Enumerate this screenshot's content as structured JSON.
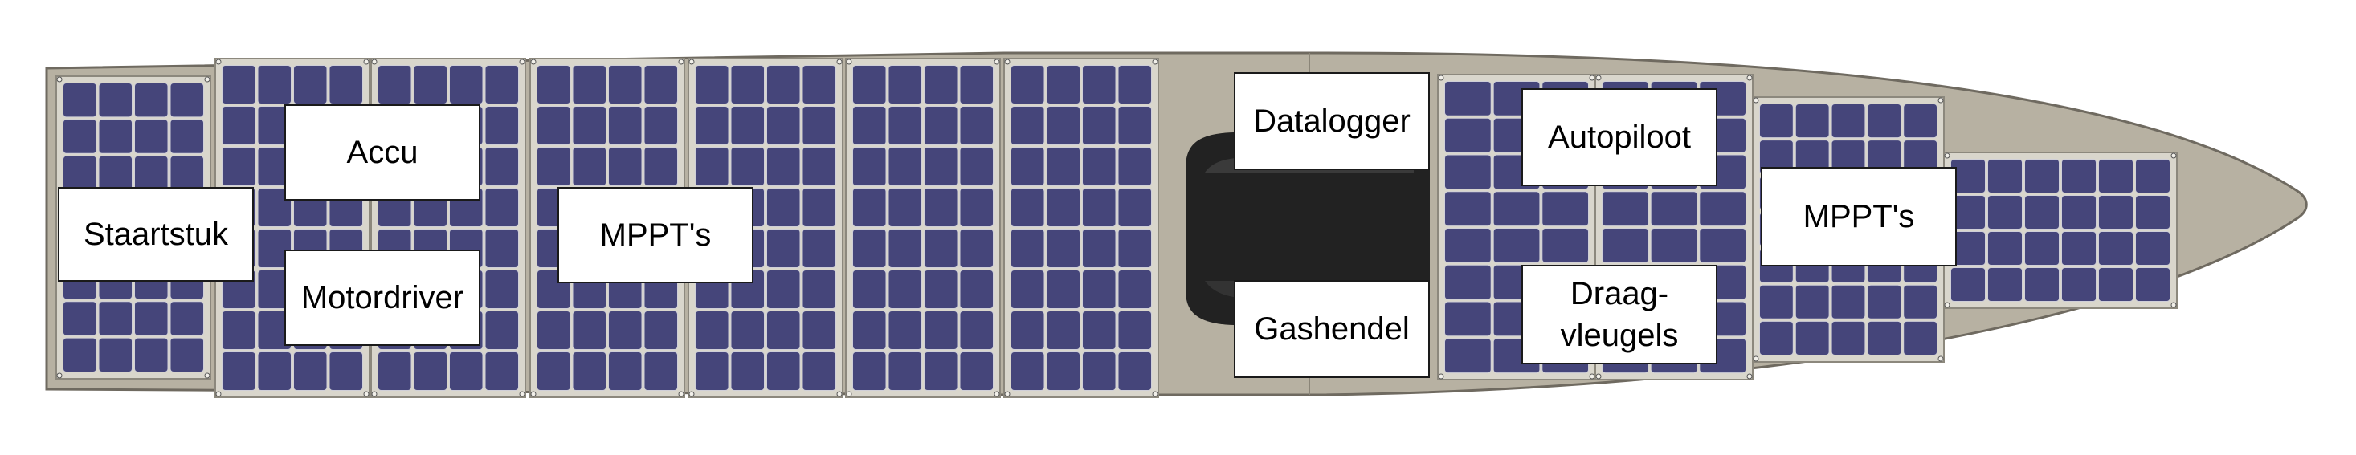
{
  "labels": {
    "staartstuk": "Staartstuk",
    "accu": "Accu",
    "motordriver": "Motordriver",
    "mppt_rear": "MPPT's",
    "datalogger": "Datalogger",
    "gashendel": "Gashendel",
    "autopiloot": "Autopiloot",
    "draagvleugels": "Draag-\nvleugels",
    "mppt_front": "MPPT's"
  },
  "colors": {
    "hull": "#b7b1a2",
    "hull_outline": "#6f6a60",
    "panel_frame": "#d9d6cc",
    "cell": "#45457a",
    "cell_edge": "#cfcfd8",
    "cockpit": "#222222"
  },
  "panels": [
    {
      "name": "rear-tail-panel",
      "cols": 4,
      "rows": 8
    },
    {
      "name": "rear-panel-1",
      "cols": 4,
      "rows": 8
    },
    {
      "name": "rear-panel-2",
      "cols": 4,
      "rows": 8
    },
    {
      "name": "rear-panel-3",
      "cols": 4,
      "rows": 8
    },
    {
      "name": "rear-panel-4",
      "cols": 4,
      "rows": 8
    },
    {
      "name": "rear-panel-5",
      "cols": 4,
      "rows": 8
    },
    {
      "name": "rear-panel-6",
      "cols": 4,
      "rows": 8
    },
    {
      "name": "front-panel-1",
      "cols": 3,
      "rows": 8
    },
    {
      "name": "front-panel-2",
      "cols": 3,
      "rows": 8
    },
    {
      "name": "front-panel-3",
      "cols": 5,
      "rows": 7
    },
    {
      "name": "front-panel-4",
      "cols": 6,
      "rows": 4
    }
  ]
}
